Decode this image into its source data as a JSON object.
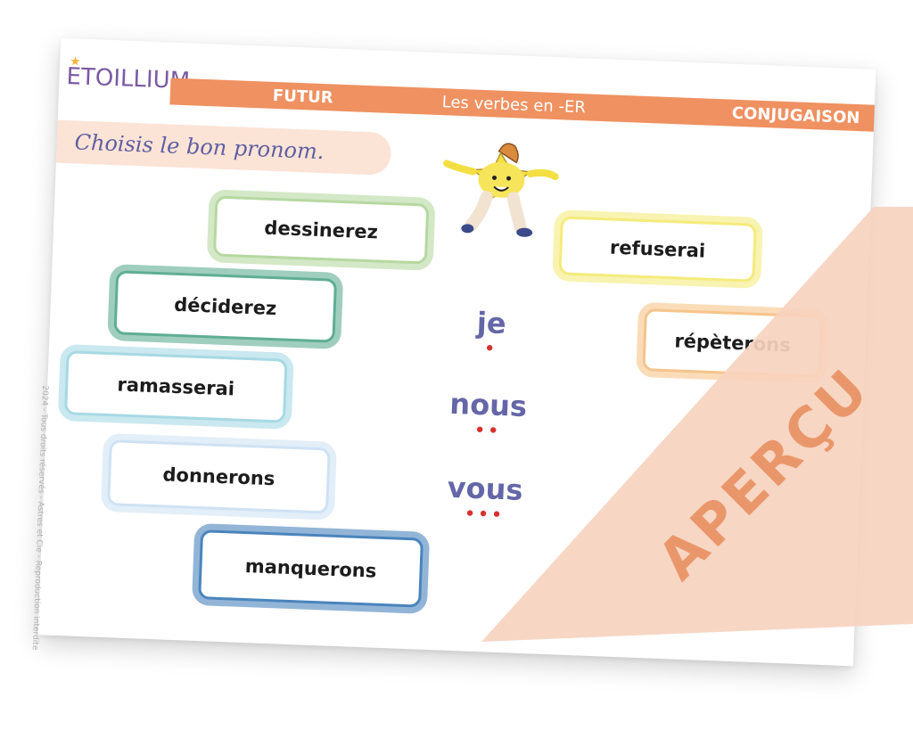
{
  "header": {
    "logo_text": "ETOILLIUM",
    "tense": "FUTUR",
    "topic": "Les verbes en -ER",
    "subject": "CONJUGAISON"
  },
  "instruction": "Choisis le bon pronom.",
  "cards_left": [
    {
      "word": "dessinerez",
      "color": "#b6d8a0"
    },
    {
      "word": "déciderez",
      "color": "#5fae92"
    },
    {
      "word": "ramasserai",
      "color": "#a6d9e4"
    },
    {
      "word": "donnerons",
      "color": "#cfe2f3"
    },
    {
      "word": "manquerons",
      "color": "#4a84bd"
    }
  ],
  "cards_right": [
    {
      "word": "refuserai",
      "color": "#f4eb7c"
    },
    {
      "word": "répèterons",
      "color": "#f6c48b"
    }
  ],
  "pronouns": [
    {
      "label": "je",
      "dots": "•"
    },
    {
      "label": "nous",
      "dots": "••"
    },
    {
      "label": "vous",
      "dots": "•••"
    }
  ],
  "copyright": "2024 - Tous droits réservés - Astres et Cie - Reproduction interdite",
  "watermark": "APERÇU",
  "colors": {
    "banner": "#ef9161",
    "overlay": "#f7d2bf",
    "pronoun": "#6566a8",
    "dots": "#d8312e"
  }
}
